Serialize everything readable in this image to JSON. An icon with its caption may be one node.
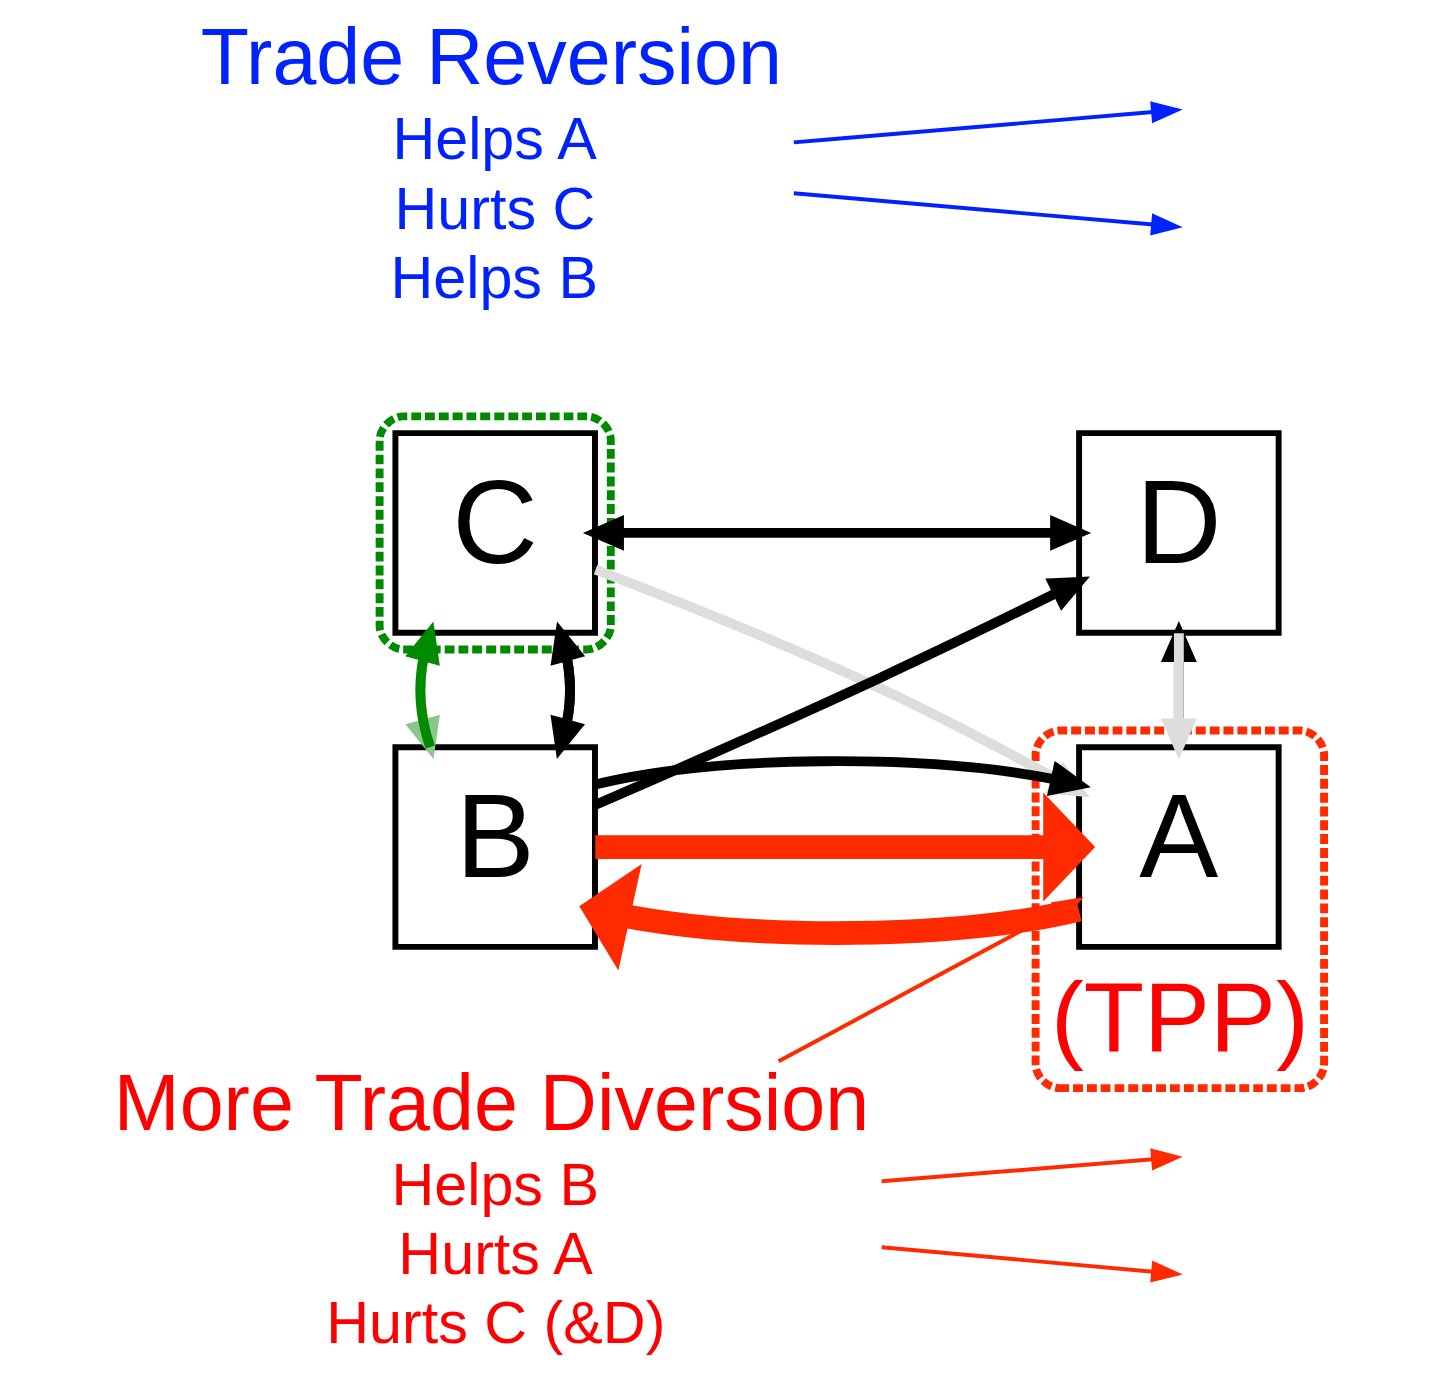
{
  "diagram": {
    "nodes": [
      {
        "text": [
          "(TPP)"
        ]
      },
      {
        "text": [
          "Trade Reversion"
        ],
        "beside": [
          "Helps A",
          "Hurts C",
          "Helps B"
        ]
      },
      {
        "text": [],
        "shape": "box"
      },
      {
        "text": [
          "B"
        ]
      },
      {
        "text": [
          "A"
        ],
        "in": 0
      },
      {
        "text": [
          "D"
        ]
      },
      {
        "text": [
          "C"
        ],
        "in": 2
      },
      {
        "text": [
          "More Trade Diversion"
        ],
        "beside": [
          "Helps B",
          "Hurts A",
          "Hurts C (&D)"
        ]
      }
    ],
    "edges": [
      {
        "from": 4,
        "to": 3,
        "arrow": "to",
        "style": "thick",
        "color": "#ff2a00"
      },
      {
        "from": 3,
        "to": 4,
        "arrow": "to",
        "style": "thick",
        "color": "#ff2a00"
      },
      {
        "from": 3,
        "to": 4,
        "arrow": "to"
      },
      {
        "from": 6,
        "to": 3,
        "arrow": "to"
      },
      {
        "from": 3,
        "to": 6,
        "arrow": "to"
      },
      {
        "from": 3,
        "to": 6,
        "arrow": "to",
        "color": "#008a00"
      },
      {
        "from": 6,
        "to": 3,
        "arrow": "to",
        "color": "#8cc68c"
      },
      {
        "from": 4,
        "to": 5,
        "arrow": "to"
      },
      {
        "from": 3,
        "to": 5,
        "arrow": "to"
      },
      {
        "from": 6,
        "to": 5,
        "arrow": "both"
      },
      {
        "from": 5,
        "to": 4,
        "arrow": "to",
        "color": "#dddddd"
      },
      {
        "from": 6,
        "to": 4,
        "arrow": "to",
        "color": "#dddddd"
      },
      {
        "from": 1,
        "to": null,
        "arrow": "to",
        "color": "#0022ff"
      },
      {
        "from": 1,
        "to": null,
        "arrow": "to",
        "color": "#0022ff"
      },
      {
        "from": 7,
        "to": 4,
        "arrow": "to",
        "color": "#ff2a00"
      },
      {
        "from": 7,
        "to": null,
        "arrow": "to",
        "color": "#ff2a00"
      },
      {
        "from": 7,
        "to": null,
        "arrow": "to",
        "color": "#ff2a00"
      }
    ]
  }
}
